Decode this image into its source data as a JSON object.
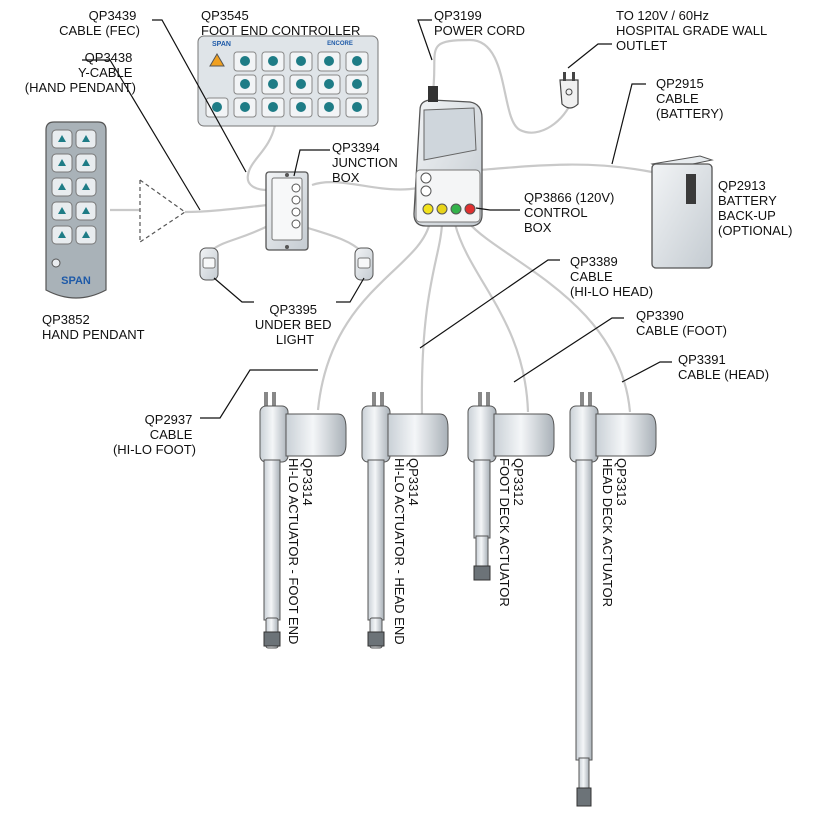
{
  "labels": {
    "foot_end_controller": [
      "QP3545",
      "FOOT END CONTROLLER"
    ],
    "power_cord": [
      "QP3199",
      "POWER CORD"
    ],
    "wall_outlet": [
      "TO 120V / 60Hz",
      "HOSPITAL GRADE WALL",
      "OUTLET"
    ],
    "cable_fec": [
      "QP3439",
      "CABLE (FEC)"
    ],
    "y_cable": [
      "QP3438",
      "Y-CABLE",
      "(HAND PENDANT)"
    ],
    "cable_battery": [
      "QP2915",
      "CABLE",
      "(BATTERY)"
    ],
    "junction_box": [
      "QP3394",
      "JUNCTION",
      "BOX"
    ],
    "battery_backup": [
      "QP2913",
      "BATTERY",
      "BACK-UP",
      "(OPTIONAL)"
    ],
    "control_box": [
      "QP3866 (120V)",
      "CONTROL",
      "BOX"
    ],
    "cable_hilo_head": [
      "QP3389",
      "CABLE",
      "(HI-LO HEAD)"
    ],
    "hand_pendant": [
      "QP3852",
      "HAND PENDANT"
    ],
    "under_bed_light": [
      "QP3395",
      "UNDER BED",
      "LIGHT"
    ],
    "cable_foot": [
      "QP3390",
      "CABLE (FOOT)"
    ],
    "cable_head": [
      "QP3391",
      "CABLE (HEAD)"
    ],
    "cable_hilo_foot": [
      "QP2937",
      "CABLE",
      "(HI-LO FOOT)"
    ]
  },
  "actuators": [
    {
      "part": "QP3314",
      "name": "HI-LO ACTUATOR - FOOT END"
    },
    {
      "part": "QP3314",
      "name": "HI-LO ACTUATOR - HEAD END"
    },
    {
      "part": "QP3312",
      "name": "FOOT DECK ACTUATOR"
    },
    {
      "part": "QP3313",
      "name": "HEAD DECK ACTUATOR"
    }
  ],
  "controller_texts": {
    "brand": "SPAN",
    "model": "ENCORE"
  },
  "pendant_texts": {
    "brand": "SPAN"
  },
  "icons": {
    "pendant_button": "arrow-icon",
    "controller_lock": "lock-icon",
    "controller_arrows": "arrow-icon",
    "light_bulb": "light-bulb-icon",
    "plug": "plug-icon"
  },
  "colors": {
    "led_yellow": "#f2e21b",
    "led_yellow2": "#e8d41a",
    "led_green": "#33b24a",
    "led_red": "#e03030",
    "button_teal": "#1e7c86",
    "pendant_body": "#a9b2b8"
  }
}
